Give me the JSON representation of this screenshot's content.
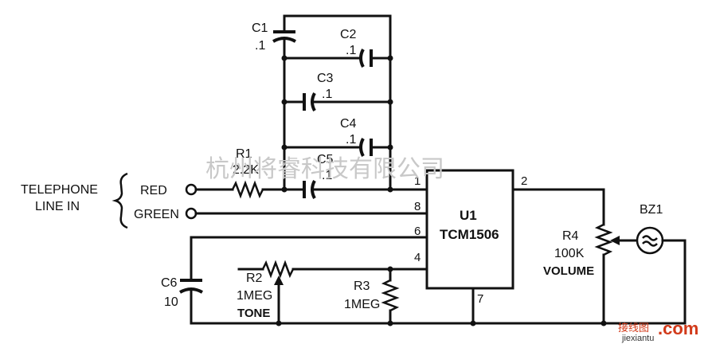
{
  "input": {
    "label_line1": "TELEPHONE",
    "label_line2": "LINE IN",
    "red": "RED",
    "green": "GREEN"
  },
  "components": {
    "c1": {
      "ref": "C1",
      "value": ".1"
    },
    "c2": {
      "ref": "C2",
      "value": ".1"
    },
    "c3": {
      "ref": "C3",
      "value": ".1"
    },
    "c4": {
      "ref": "C4",
      "value": ".1"
    },
    "c5": {
      "ref": "C5",
      "value": ".1"
    },
    "c6": {
      "ref": "C6",
      "value": "10"
    },
    "r1": {
      "ref": "R1",
      "value": "2.2K"
    },
    "r2": {
      "ref": "R2",
      "value": "1MEG",
      "function": "TONE"
    },
    "r3": {
      "ref": "R3",
      "value": "1MEG"
    },
    "r4": {
      "ref": "R4",
      "value": "100K",
      "function": "VOLUME"
    },
    "bz1": {
      "ref": "BZ1"
    },
    "u1": {
      "ref": "U1",
      "part": "TCM1506"
    }
  },
  "pins": {
    "p1": "1",
    "p2": "2",
    "p4": "4",
    "p6": "6",
    "p7": "7",
    "p8": "8"
  },
  "watermark": "杭州将睿科技有限公司",
  "logo": {
    "cn": "接线图",
    "com": ".com",
    "url": "jiexiantu"
  }
}
